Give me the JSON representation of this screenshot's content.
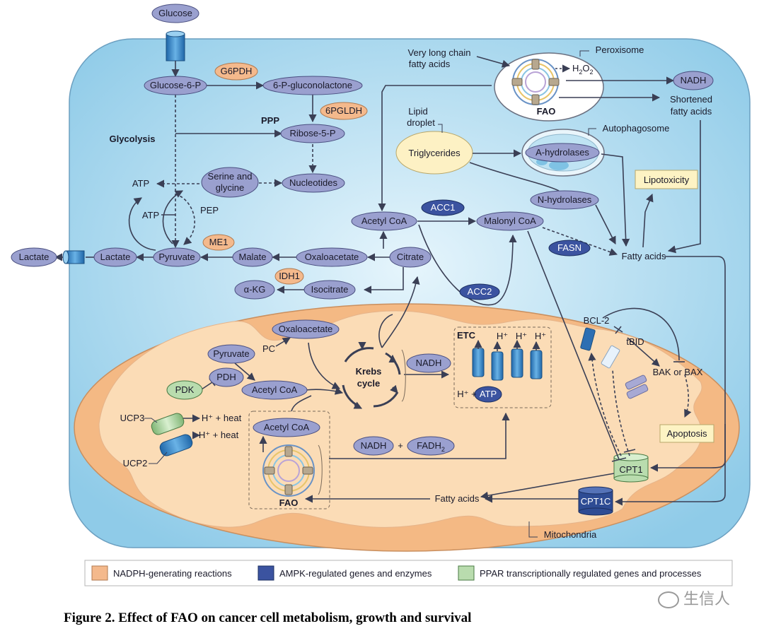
{
  "figure_caption": "Figure 2. Effect of FAO on cancer cell metabolism, growth and survival",
  "watermark": "生信人",
  "colors": {
    "cell": "#a9d9ef",
    "mito_outer": "#f6c08d",
    "mito_inner": "#fce3c5",
    "node_fill": "#9aa0cf",
    "nadph_fill": "#f4b98c",
    "ampk_fill": "#3b53a0",
    "ppar_fill": "#b9dcae",
    "yellow_box": "#fdf3c4"
  },
  "nodes": {
    "glucose": "Glucose",
    "glucose6p": "Glucose-6-P",
    "g6pdh": "G6PDH",
    "gluconolactone": "6-P-gluconolactone",
    "pgldh": "6PGLDH",
    "ppp": "PPP",
    "ribose5p": "Ribose-5-P",
    "glycolysis": "Glycolysis",
    "atp_left": "ATP",
    "serine_l1": "Serine and",
    "serine_l2": "glycine",
    "nucleotides": "Nucleotides",
    "atp_pep": "ATP",
    "pep": "PEP",
    "lactate_out": "Lactate",
    "lactate_in": "Lactate",
    "pyruvate": "Pyruvate",
    "me1": "ME1",
    "malate": "Malate",
    "oxaloacetate": "Oxaloacetate",
    "citrate": "Citrate",
    "idh1": "IDH1",
    "akg": "α-KG",
    "isocitrate": "Isocitrate",
    "acetylcoa": "Acetyl CoA",
    "acc1": "ACC1",
    "malonylcoa": "Malonyl CoA",
    "fasn": "FASN",
    "acc2": "ACC2",
    "vlcfa_l1": "Very long chain",
    "vlcfa_l2": "fatty acids",
    "peroxisome": "Peroxisome",
    "h2o2": "H2O2",
    "h2o2_main": "H",
    "h2o2_sub1": "2",
    "h2o2_o": "O",
    "h2o2_sub2": "2",
    "fao_perox": "FAO",
    "nadh_top": "NADH",
    "shortened_l1": "Shortened",
    "shortened_l2": "fatty acids",
    "lipid_l1": "Lipid",
    "lipid_l2": "droplet",
    "triglycerides": "Triglycerides",
    "autophagosome": "Autophagosome",
    "a_hydrolases": "A-hydrolases",
    "lipotoxicity": "Lipotoxicity",
    "n_hydrolases": "N-hydrolases",
    "fatty_acids_cyto": "Fatty acids",
    "mito_oxaloacetate": "Oxaloacetate",
    "mito_pyruvate": "Pyruvate",
    "pc": "PC",
    "pdh": "PDH",
    "pdk": "PDK",
    "mito_acetylcoa": "Acetyl CoA",
    "krebs_l1": "Krebs",
    "krebs_l2": "cycle",
    "nadh_mito": "NADH",
    "etc": "ETC",
    "hplus": "H⁺",
    "hplus_atp": "H⁺ +",
    "atp_etc": "ATP",
    "ucp3": "UCP3",
    "ucp2": "UCP2",
    "heat1": "H⁺ + heat",
    "heat2": "H⁺ + heat",
    "fao_acetylcoa": "Acetyl CoA",
    "nadh_bottom": "NADH",
    "plus": "+",
    "fadh2_main": "FADH",
    "fadh2_sub": "2",
    "fao_mito": "FAO",
    "fatty_acids_mito": "Fatty acids",
    "bcl2": "BCL-2",
    "tbid": "tBID",
    "bak_bax": "BAK or BAX",
    "apoptosis": "Apoptosis",
    "cpt1": "CPT1",
    "cpt1c": "CPT1C",
    "mitochondria": "Mitochondria"
  },
  "legend": {
    "nadph": "NADPH-generating reactions",
    "ampk": "AMPK-regulated genes and enzymes",
    "ppar": "PPAR transcriptionally regulated genes and processes"
  }
}
